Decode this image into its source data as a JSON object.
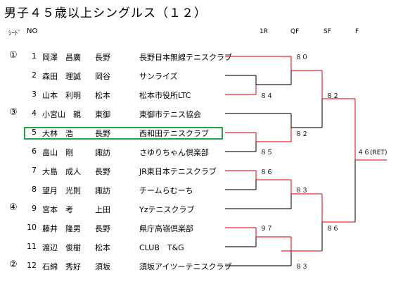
{
  "title": "男子４５歳以上シングルス（１２）",
  "headers": {
    "seed": "ｼｰﾄﾞ",
    "no": "NO",
    "r1": "1R",
    "qf": "QF",
    "sf": "SF",
    "final": "F"
  },
  "players": [
    {
      "seed": "①",
      "no": "1",
      "name": "岡澤　昌廣",
      "city": "長野",
      "club": "長野日本無線テニスクラブ"
    },
    {
      "seed": "",
      "no": "2",
      "name": "森田　理誠",
      "city": "岡谷",
      "club": "サンライズ"
    },
    {
      "seed": "",
      "no": "3",
      "name": "山本　利明",
      "city": "松本",
      "club": "松本市役所LTC"
    },
    {
      "seed": "③",
      "no": "4",
      "name": "小宮山　親",
      "city": "東御",
      "club": "東御市テニス協会"
    },
    {
      "seed": "",
      "no": "5",
      "name": "大林　浩",
      "city": "長野",
      "club": "西和田テニスクラブ"
    },
    {
      "seed": "",
      "no": "6",
      "name": "畠山　剛",
      "city": "諏訪",
      "club": "さゆりちゃん倶楽部"
    },
    {
      "seed": "",
      "no": "7",
      "name": "大島　成人",
      "city": "長野",
      "club": "JR東日本テニスクラブ"
    },
    {
      "seed": "",
      "no": "8",
      "name": "望月　光則",
      "city": "諏訪",
      "club": "チームらむーち"
    },
    {
      "seed": "④",
      "no": "9",
      "name": "宮本　考",
      "city": "上田",
      "club": "Yzテニスクラブ"
    },
    {
      "seed": "",
      "no": "10",
      "name": "藤井　隆男",
      "city": "長野",
      "club": "県庁高嶺倶楽部"
    },
    {
      "seed": "",
      "no": "11",
      "name": "渡辺　俊樹",
      "city": "松本",
      "club": "CLUB　T&G"
    },
    {
      "seed": "②",
      "no": "12",
      "name": "石綿　秀好",
      "city": "須坂",
      "club": "須坂アイツーテニスクラブ"
    }
  ],
  "scores": {
    "qf1": "８０",
    "r1a": "８４",
    "qf2": "８２",
    "r1b": "８５",
    "sf1": "８２",
    "r1c": "８６",
    "qf3": "８３",
    "r1d": "９７",
    "qf4": "８３",
    "sf2": "８６",
    "final": "４６(RET)"
  },
  "colors": {
    "win": "#e8262a",
    "lose": "#222222",
    "highlight": "#22a34a"
  }
}
